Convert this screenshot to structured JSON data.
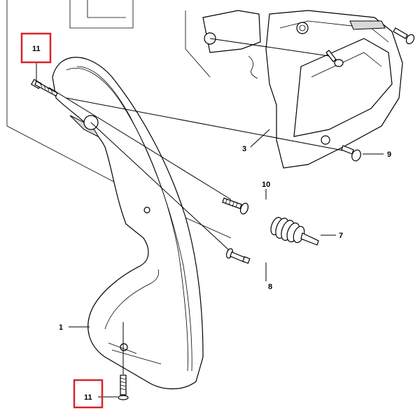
{
  "callouts": {
    "c1": "1",
    "c3": "3",
    "c7": "7",
    "c8": "8",
    "c9": "9",
    "c10": "10",
    "c11_top": "11",
    "c11_bottom": "11"
  },
  "colors": {
    "highlight": "#d9232a",
    "line": "#000000",
    "fill_light": "#d9d9d9",
    "background": "#ffffff"
  }
}
